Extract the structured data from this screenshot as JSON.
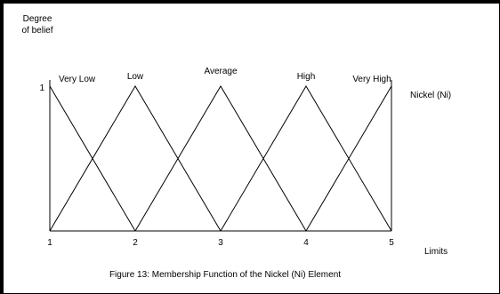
{
  "chart_data": {
    "type": "line",
    "ylabel": "Degree of belief",
    "xlabel": "Limits",
    "y_tick": "1",
    "x_ticks": [
      1,
      2,
      3,
      4,
      5
    ],
    "xlim": [
      1,
      5
    ],
    "ylim": [
      0,
      1
    ],
    "variable_label": "Nickel (Ni)",
    "grid": false,
    "series": [
      {
        "name": "Very Low",
        "x": [
          1,
          2
        ],
        "y": [
          1,
          0
        ]
      },
      {
        "name": "Low",
        "x": [
          1,
          2,
          3
        ],
        "y": [
          0,
          1,
          0
        ]
      },
      {
        "name": "Average",
        "x": [
          2,
          3,
          4
        ],
        "y": [
          0,
          1,
          0
        ]
      },
      {
        "name": "High",
        "x": [
          3,
          4,
          5
        ],
        "y": [
          0,
          1,
          0
        ]
      },
      {
        "name": "Very High",
        "x": [
          4,
          5
        ],
        "y": [
          0,
          1
        ]
      }
    ]
  },
  "caption": "Figure 13: Membership Function of the Nickel (Ni) Element",
  "colors": {
    "line": "#000000",
    "background": "#ffffff"
  }
}
